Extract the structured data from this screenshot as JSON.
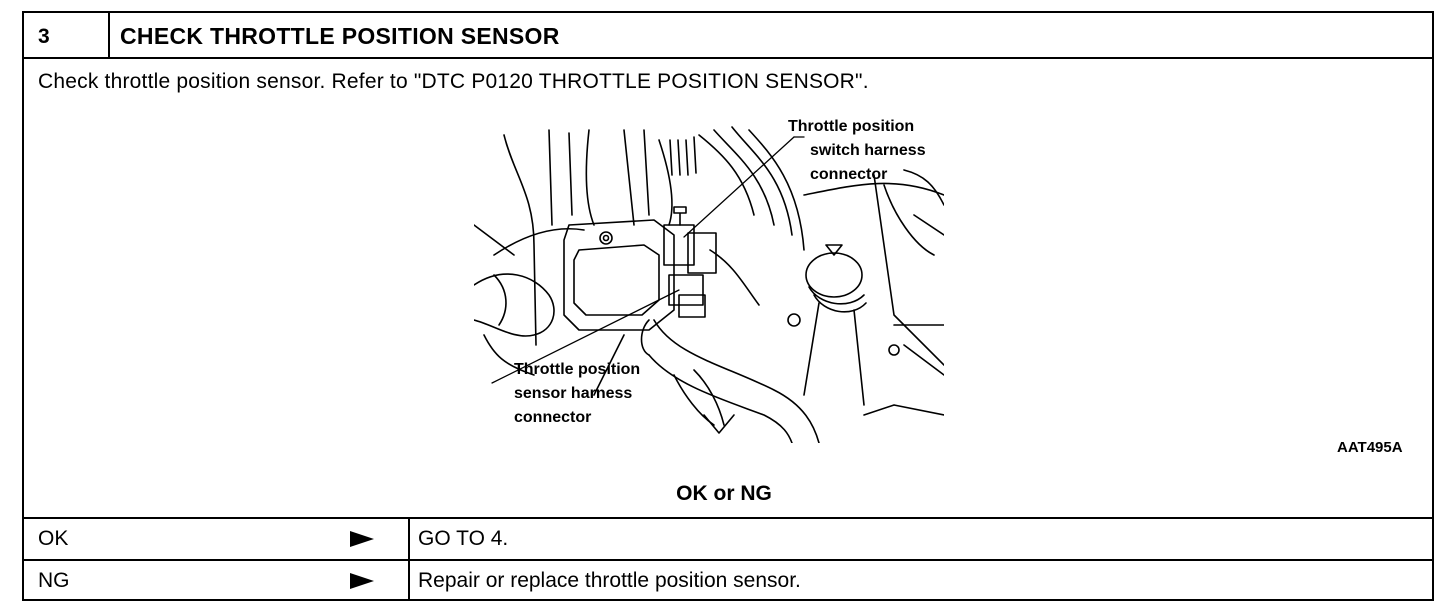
{
  "step": {
    "number": "3",
    "title": "CHECK THROTTLE POSITION SENSOR",
    "instruction": "Check throttle position sensor. Refer to \"DTC P0120 THROTTLE POSITION SENSOR\"."
  },
  "figure": {
    "callout_top": [
      "Throttle position",
      "switch harness",
      "connector"
    ],
    "callout_bottom": [
      "Throttle position",
      "sensor harness",
      "connector"
    ],
    "figure_id": "AAT495A"
  },
  "decision": {
    "prompt": "OK or NG",
    "rows": [
      {
        "result": "OK",
        "action": "GO TO 4."
      },
      {
        "result": "NG",
        "action": "Repair or replace throttle position sensor."
      }
    ]
  }
}
